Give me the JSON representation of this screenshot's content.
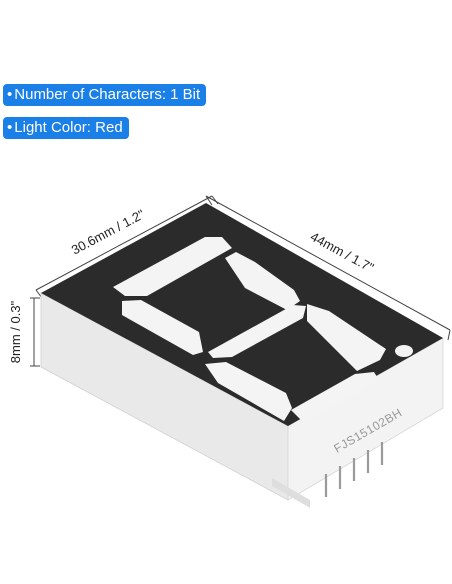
{
  "features": [
    {
      "bullet": "•",
      "label": "Number of Characters: 1 Bit"
    },
    {
      "bullet": "•",
      "label": "Light Color: Red"
    }
  ],
  "dimensions": {
    "length": "44mm / 1.7\"",
    "width": "30.6mm / 1.2\"",
    "height": "8mm / 0.3\""
  },
  "part_number": "FJS15102BH",
  "colors": {
    "badge": "#1a7fe6",
    "face": "#2b2b2b",
    "segment": "#f4f4f4",
    "body": "#e7e7e7"
  }
}
